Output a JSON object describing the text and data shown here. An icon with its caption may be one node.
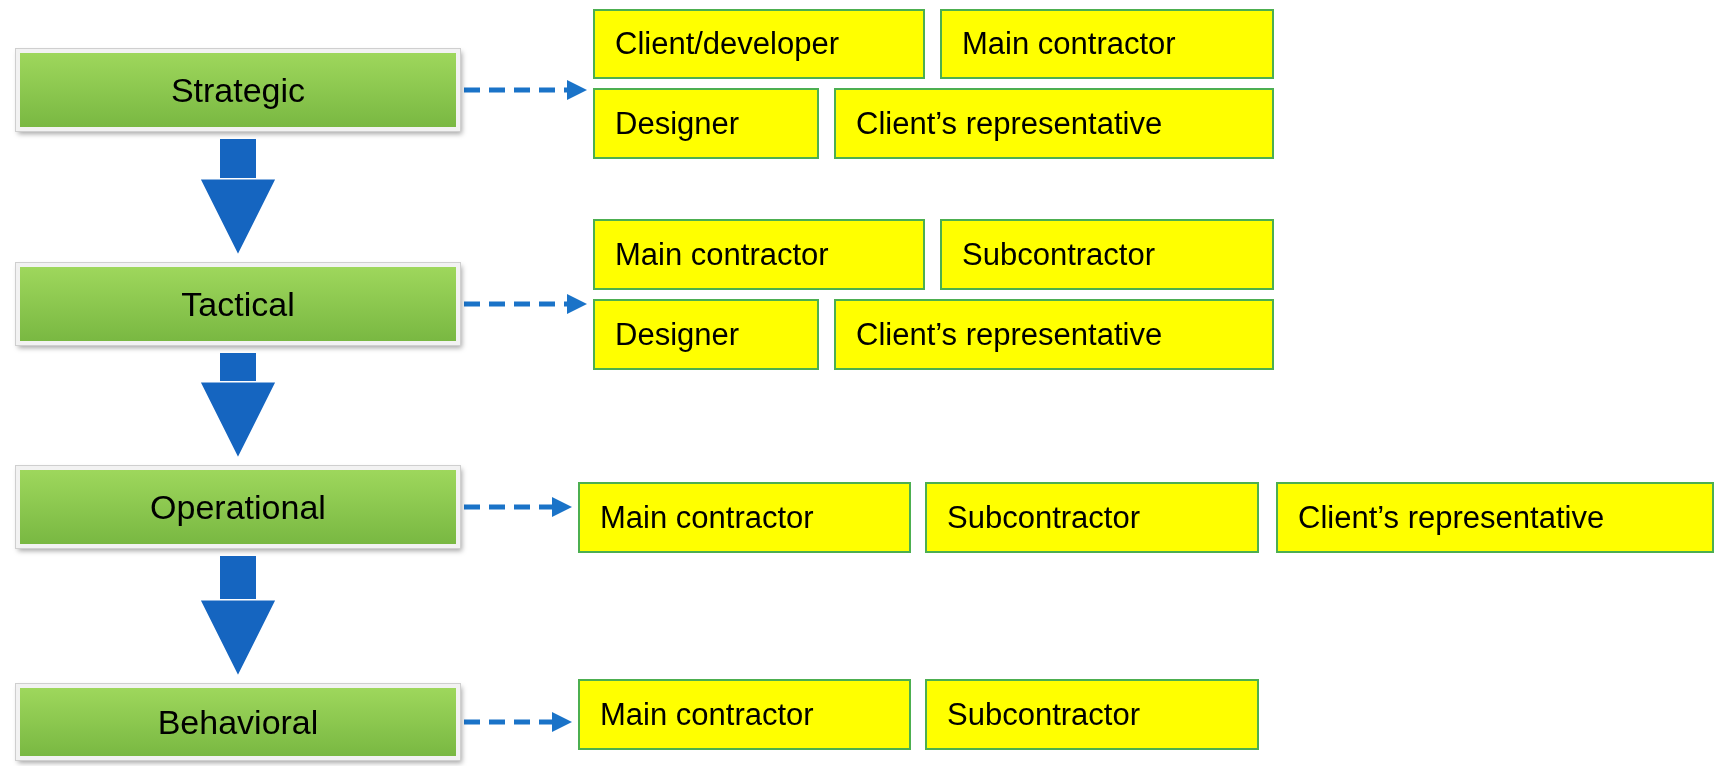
{
  "diagram": {
    "nodes": [
      {
        "text": [
          "Strategic"
        ]
      },
      {
        "text": [
          "Client/developer"
        ]
      },
      {
        "text": [
          "Main contractor"
        ]
      },
      {
        "text": [
          "Designer"
        ]
      },
      {
        "text": [
          "Client’s representative"
        ]
      },
      {
        "text": [
          "Tactical"
        ]
      },
      {
        "text": [
          "Main contractor"
        ]
      },
      {
        "text": [
          "Subcontractor"
        ]
      },
      {
        "text": [
          "Designer"
        ]
      },
      {
        "text": [
          "Client’s representative"
        ]
      },
      {
        "text": [
          "Operational"
        ]
      },
      {
        "text": [
          "Main contractor"
        ]
      },
      {
        "text": [
          "Subcontractor"
        ]
      },
      {
        "text": [
          "Client’s representative"
        ]
      },
      {
        "text": [
          "Behavioral"
        ]
      },
      {
        "text": [
          "Main contractor"
        ]
      },
      {
        "text": [
          "Subcontractor"
        ]
      }
    ],
    "edges": [
      {
        "from": 0,
        "to": 5,
        "arrow": "to",
        "style": "thick"
      },
      {
        "from": 5,
        "to": 10,
        "arrow": "to",
        "style": "thick"
      },
      {
        "from": 10,
        "to": 14,
        "arrow": "to",
        "style": "thick"
      },
      {
        "from": 0,
        "to": 3,
        "arrow": "to",
        "style": "dashed"
      },
      {
        "from": 5,
        "to": 8,
        "arrow": "to",
        "style": "dashed"
      },
      {
        "from": 10,
        "to": 11,
        "arrow": "to",
        "style": "dashed"
      },
      {
        "from": 14,
        "to": 15,
        "arrow": "to",
        "style": "dashed"
      }
    ]
  }
}
